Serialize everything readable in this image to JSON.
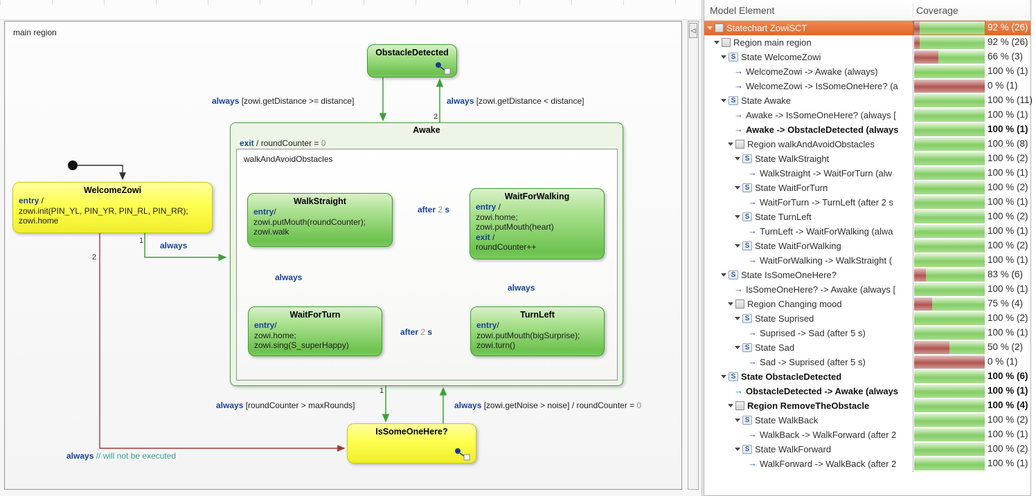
{
  "colors": {
    "selection_orange": "#e8743c",
    "bar_green": "#85cd66",
    "bar_red": "#b0544e",
    "transition_green": "#3da135",
    "transition_red": "#9e3b32",
    "keyword_blue": "#16419e",
    "comment_teal": "#38a18d",
    "state_green": "#6cc24e",
    "state_yellow": "#ffff4f"
  },
  "icons": {
    "state_glyph": "S",
    "transition_glyph": "→",
    "collapse_glyph": "◁",
    "history_glyph": "H"
  },
  "diagram": {
    "region_label": "main region",
    "states": {
      "obstacle_detected": {
        "title": "ObstacleDetected"
      },
      "awake": {
        "title": "Awake",
        "exit_parts": [
          {
            "t": "kw",
            "s": "exit"
          },
          {
            "t": "plain",
            "s": " / roundCounter = "
          },
          {
            "t": "num",
            "s": "0"
          }
        ],
        "region_label": "walkAndAvoidObstacles"
      },
      "walk_straight": {
        "title": "WalkStraight",
        "body": [
          [
            {
              "t": "kw",
              "s": "entry"
            },
            {
              "t": "plain",
              "s": "/"
            }
          ],
          [
            {
              "t": "code",
              "s": "zowi.putMouth(roundCounter);"
            }
          ],
          [
            {
              "t": "code",
              "s": "zowi.walk"
            }
          ]
        ]
      },
      "wait_for_walking": {
        "title": "WaitForWalking",
        "body": [
          [
            {
              "t": "kw",
              "s": "entry"
            },
            {
              "t": "plain",
              "s": " /"
            }
          ],
          [
            {
              "t": "code",
              "s": "zowi.home;"
            }
          ],
          [
            {
              "t": "code",
              "s": "zowi.putMouth(heart)"
            }
          ],
          [
            {
              "t": "kw",
              "s": "exit"
            },
            {
              "t": "plain",
              "s": " /"
            }
          ],
          [
            {
              "t": "code",
              "s": "roundCounter++"
            }
          ]
        ]
      },
      "wait_for_turn": {
        "title": "WaitForTurn",
        "body": [
          [
            {
              "t": "kw",
              "s": "entry"
            },
            {
              "t": "plain",
              "s": "/"
            }
          ],
          [
            {
              "t": "code",
              "s": "zowi.home;"
            }
          ],
          [
            {
              "t": "code",
              "s": "zowi.sing(S_superHappy)"
            }
          ]
        ]
      },
      "turn_left": {
        "title": "TurnLeft",
        "body": [
          [
            {
              "t": "kw",
              "s": "entry"
            },
            {
              "t": "plain",
              "s": "/"
            }
          ],
          [
            {
              "t": "code",
              "s": "zowi.putMouth(bigSurprise);"
            }
          ],
          [
            {
              "t": "code",
              "s": "zowi.turn()"
            }
          ]
        ]
      },
      "welcome_zowi": {
        "title": "WelcomeZowi",
        "body": [
          [
            {
              "t": "kw",
              "s": "entry"
            },
            {
              "t": "plain",
              "s": " /"
            }
          ],
          [
            {
              "t": "code",
              "s": "zowi.init(PIN_YL, PIN_YR, PIN_RL, PIN_RR);"
            }
          ],
          [
            {
              "t": "code",
              "s": "zowi.home"
            }
          ]
        ]
      },
      "is_someone_here": {
        "title": "IsSomeOneHere?"
      }
    },
    "labels": {
      "dist_ge": {
        "parts": [
          {
            "t": "kw",
            "s": "always"
          },
          {
            "t": "plain",
            "s": " [zowi.getDistance >= distance]"
          }
        ]
      },
      "dist_lt": {
        "parts": [
          {
            "t": "kw",
            "s": "always"
          },
          {
            "t": "plain",
            "s": " [zowi.getDistance < distance]"
          }
        ]
      },
      "after2s_a": {
        "parts": [
          {
            "t": "kw",
            "s": "after"
          },
          {
            "t": "num",
            "s": " 2 "
          },
          {
            "t": "kw",
            "s": "s"
          }
        ]
      },
      "after2s_b": {
        "parts": [
          {
            "t": "kw",
            "s": "after"
          },
          {
            "t": "num",
            "s": " 2 "
          },
          {
            "t": "kw",
            "s": "s"
          }
        ]
      },
      "always_a": {
        "parts": [
          {
            "t": "kw",
            "s": "always"
          }
        ]
      },
      "always_b": {
        "parts": [
          {
            "t": "kw",
            "s": "always"
          }
        ]
      },
      "always_c": {
        "parts": [
          {
            "t": "kw",
            "s": "always"
          }
        ]
      },
      "round_max": {
        "parts": [
          {
            "t": "kw",
            "s": "always"
          },
          {
            "t": "plain",
            "s": " [roundCounter > maxRounds]"
          }
        ]
      },
      "noise": {
        "parts": [
          {
            "t": "kw",
            "s": "always"
          },
          {
            "t": "plain",
            "s": " [zowi.getNoise > noise] / roundCounter = "
          },
          {
            "t": "num",
            "s": "0"
          }
        ]
      },
      "not_exec": {
        "parts": [
          {
            "t": "kw",
            "s": "always"
          },
          {
            "t": "comment",
            "s": " // will not be executed"
          }
        ]
      },
      "prio_obstacle": "2",
      "prio_awake_bottom": "1",
      "prio_welcome_1": "1",
      "prio_welcome_2": "2"
    }
  },
  "table": {
    "headers": {
      "model_element": "Model Element",
      "coverage": "Coverage"
    },
    "rows": [
      {
        "level": 0,
        "type": "statechart",
        "label": "Statechart ZowiSCT",
        "pct": 92,
        "pctText": "92 % (26)",
        "selected": true
      },
      {
        "level": 1,
        "type": "region",
        "label": "Region main region",
        "pct": 92,
        "pctText": "92 % (26)"
      },
      {
        "level": 2,
        "type": "state",
        "label": "State WelcomeZowi",
        "pct": 66,
        "pctText": "66 % (3)"
      },
      {
        "level": 3,
        "type": "transition",
        "label": "WelcomeZowi -> Awake (always)",
        "pct": 100,
        "pctText": "100 % (1)"
      },
      {
        "level": 3,
        "type": "transition",
        "label": "WelcomeZowi -> IsSomeOneHere? (a",
        "pct": 0,
        "pctText": "0 % (1)"
      },
      {
        "level": 2,
        "type": "state",
        "label": "State Awake",
        "pct": 100,
        "pctText": "100 % (11)"
      },
      {
        "level": 3,
        "type": "transition",
        "label": "Awake -> IsSomeOneHere? (always [",
        "pct": 100,
        "pctText": "100 % (1)"
      },
      {
        "level": 3,
        "type": "transition",
        "label": "Awake -> ObstacleDetected (always",
        "pct": 100,
        "pctText": "100 % (1)",
        "bold": true
      },
      {
        "level": 3,
        "type": "region",
        "label": "Region walkAndAvoidObstacles",
        "pct": 100,
        "pctText": "100 % (8)"
      },
      {
        "level": 4,
        "type": "state",
        "label": "State WalkStraight",
        "pct": 100,
        "pctText": "100 % (2)"
      },
      {
        "level": 5,
        "type": "transition",
        "label": "WalkStraight -> WaitForTurn (alw",
        "pct": 100,
        "pctText": "100 % (1)"
      },
      {
        "level": 4,
        "type": "state",
        "label": "State WaitForTurn",
        "pct": 100,
        "pctText": "100 % (2)"
      },
      {
        "level": 5,
        "type": "transition",
        "label": "WaitForTurn -> TurnLeft (after 2 s",
        "pct": 100,
        "pctText": "100 % (1)"
      },
      {
        "level": 4,
        "type": "state",
        "label": "State TurnLeft",
        "pct": 100,
        "pctText": "100 % (2)"
      },
      {
        "level": 5,
        "type": "transition",
        "label": "TurnLeft -> WaitForWalking (alwa",
        "pct": 100,
        "pctText": "100 % (1)"
      },
      {
        "level": 4,
        "type": "state",
        "label": "State WaitForWalking",
        "pct": 100,
        "pctText": "100 % (2)"
      },
      {
        "level": 5,
        "type": "transition",
        "label": "WaitForWalking -> WalkStraight (",
        "pct": 100,
        "pctText": "100 % (1)"
      },
      {
        "level": 2,
        "type": "state",
        "label": "State IsSomeOneHere?",
        "pct": 83,
        "pctText": "83 % (6)"
      },
      {
        "level": 3,
        "type": "transition",
        "label": "IsSomeOneHere? -> Awake (always [",
        "pct": 100,
        "pctText": "100 % (1)"
      },
      {
        "level": 3,
        "type": "region",
        "label": "Region Changing mood",
        "pct": 75,
        "pctText": "75 % (4)"
      },
      {
        "level": 4,
        "type": "state",
        "label": "State Suprised",
        "pct": 100,
        "pctText": "100 % (2)"
      },
      {
        "level": 5,
        "type": "transition",
        "label": "Suprised -> Sad (after 5 s)",
        "pct": 100,
        "pctText": "100 % (1)"
      },
      {
        "level": 4,
        "type": "state",
        "label": "State Sad",
        "pct": 50,
        "pctText": "50 % (2)"
      },
      {
        "level": 5,
        "type": "transition",
        "label": "Sad -> Suprised (after 5 s)",
        "pct": 0,
        "pctText": "0 % (1)"
      },
      {
        "level": 2,
        "type": "state",
        "label": "State ObstacleDetected",
        "pct": 100,
        "pctText": "100 % (6)",
        "bold": true
      },
      {
        "level": 3,
        "type": "transition",
        "label": "ObstacleDetected -> Awake (always",
        "pct": 100,
        "pctText": "100 % (1)",
        "bold": true
      },
      {
        "level": 3,
        "type": "region",
        "label": "Region RemoveTheObstacle",
        "pct": 100,
        "pctText": "100 % (4)",
        "bold": true
      },
      {
        "level": 4,
        "type": "state",
        "label": "State WalkBack",
        "pct": 100,
        "pctText": "100 % (2)"
      },
      {
        "level": 5,
        "type": "transition",
        "label": "WalkBack -> WalkForward (after 2",
        "pct": 100,
        "pctText": "100 % (1)"
      },
      {
        "level": 4,
        "type": "state",
        "label": "State WalkForward",
        "pct": 100,
        "pctText": "100 % (2)"
      },
      {
        "level": 5,
        "type": "transition",
        "label": "WalkForward -> WalkBack (after 2",
        "pct": 100,
        "pctText": "100 % (1)"
      }
    ]
  }
}
